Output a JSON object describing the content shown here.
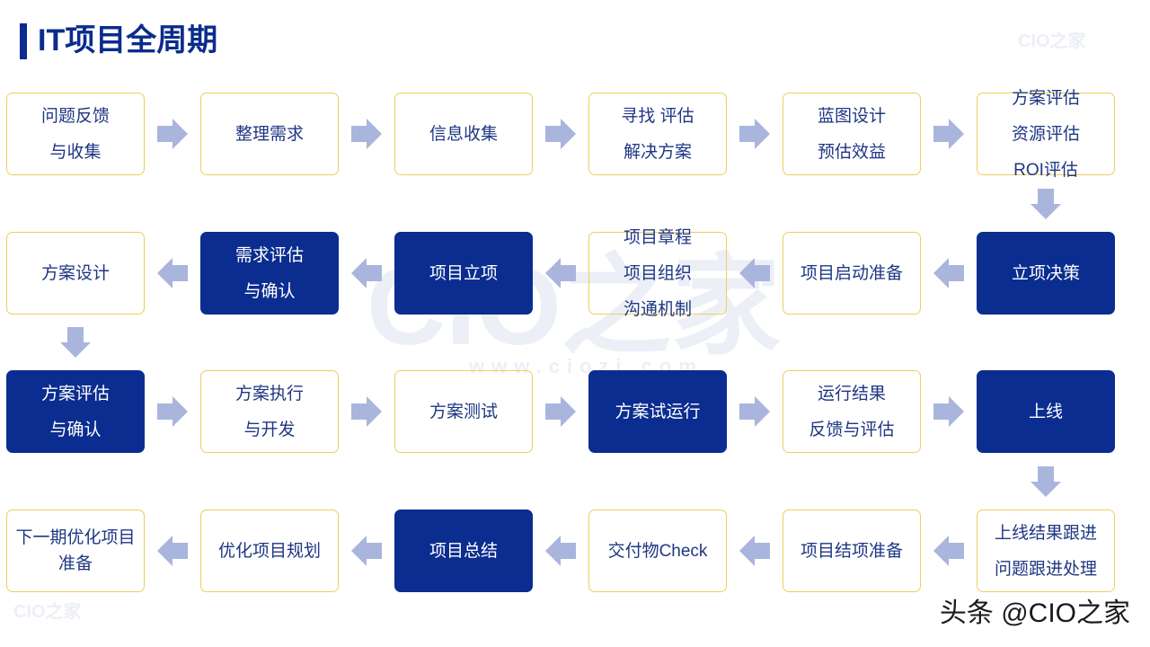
{
  "title": "IT项目全周期",
  "watermarks": {
    "top_right": "CIO之家",
    "center_logo": "CIO之家",
    "center_url": "www.ciozi.com",
    "bottom_left": "CIO之家"
  },
  "footer": {
    "credit": "头条 @CIO之家"
  },
  "colors": {
    "primary": "#0a2d8f",
    "title": "#0a2c8c",
    "box_border": "#efcd5e",
    "box_text": "#1f3783",
    "arrow": "#a9b5dc",
    "watermark": "#eceff6"
  },
  "connector_icon": "arrow-down-icon",
  "rows": [
    {
      "arrow_icon": "arrow-right-icon",
      "cells": [
        {
          "lines": [
            "问题反馈",
            "与收集"
          ],
          "highlighted": false
        },
        {
          "lines": [
            "整理需求"
          ],
          "highlighted": false
        },
        {
          "lines": [
            "信息收集"
          ],
          "highlighted": false
        },
        {
          "lines": [
            "寻找 评估",
            "解决方案"
          ],
          "highlighted": false
        },
        {
          "lines": [
            "蓝图设计",
            "预估效益"
          ],
          "highlighted": false
        },
        {
          "lines": [
            "方案评估",
            "资源评估",
            "ROI评估"
          ],
          "highlighted": false
        }
      ]
    },
    {
      "arrow_icon": "arrow-left-icon",
      "cells": [
        {
          "lines": [
            "方案设计"
          ],
          "highlighted": false
        },
        {
          "lines": [
            "需求评估",
            "与确认"
          ],
          "highlighted": true
        },
        {
          "lines": [
            "项目立项"
          ],
          "highlighted": true
        },
        {
          "lines": [
            "项目章程",
            "项目组织",
            "沟通机制"
          ],
          "highlighted": false
        },
        {
          "lines": [
            "项目启动准备"
          ],
          "highlighted": false
        },
        {
          "lines": [
            "立项决策"
          ],
          "highlighted": true
        }
      ]
    },
    {
      "arrow_icon": "arrow-right-icon",
      "cells": [
        {
          "lines": [
            "方案评估",
            "与确认"
          ],
          "highlighted": true
        },
        {
          "lines": [
            "方案执行",
            "与开发"
          ],
          "highlighted": false
        },
        {
          "lines": [
            "方案测试"
          ],
          "highlighted": false
        },
        {
          "lines": [
            "方案试运行"
          ],
          "highlighted": true
        },
        {
          "lines": [
            "运行结果",
            "反馈与评估"
          ],
          "highlighted": false
        },
        {
          "lines": [
            "上线"
          ],
          "highlighted": true
        }
      ]
    },
    {
      "arrow_icon": "arrow-left-icon",
      "cells": [
        {
          "lines": [
            "下一期优化项目准备"
          ],
          "highlighted": false
        },
        {
          "lines": [
            "优化项目规划"
          ],
          "highlighted": false
        },
        {
          "lines": [
            "项目总结"
          ],
          "highlighted": true
        },
        {
          "lines": [
            "交付物Check"
          ],
          "highlighted": false
        },
        {
          "lines": [
            "项目结项准备"
          ],
          "highlighted": false
        },
        {
          "lines": [
            "上线结果跟进",
            "问题跟进处理"
          ],
          "highlighted": false
        }
      ]
    }
  ]
}
